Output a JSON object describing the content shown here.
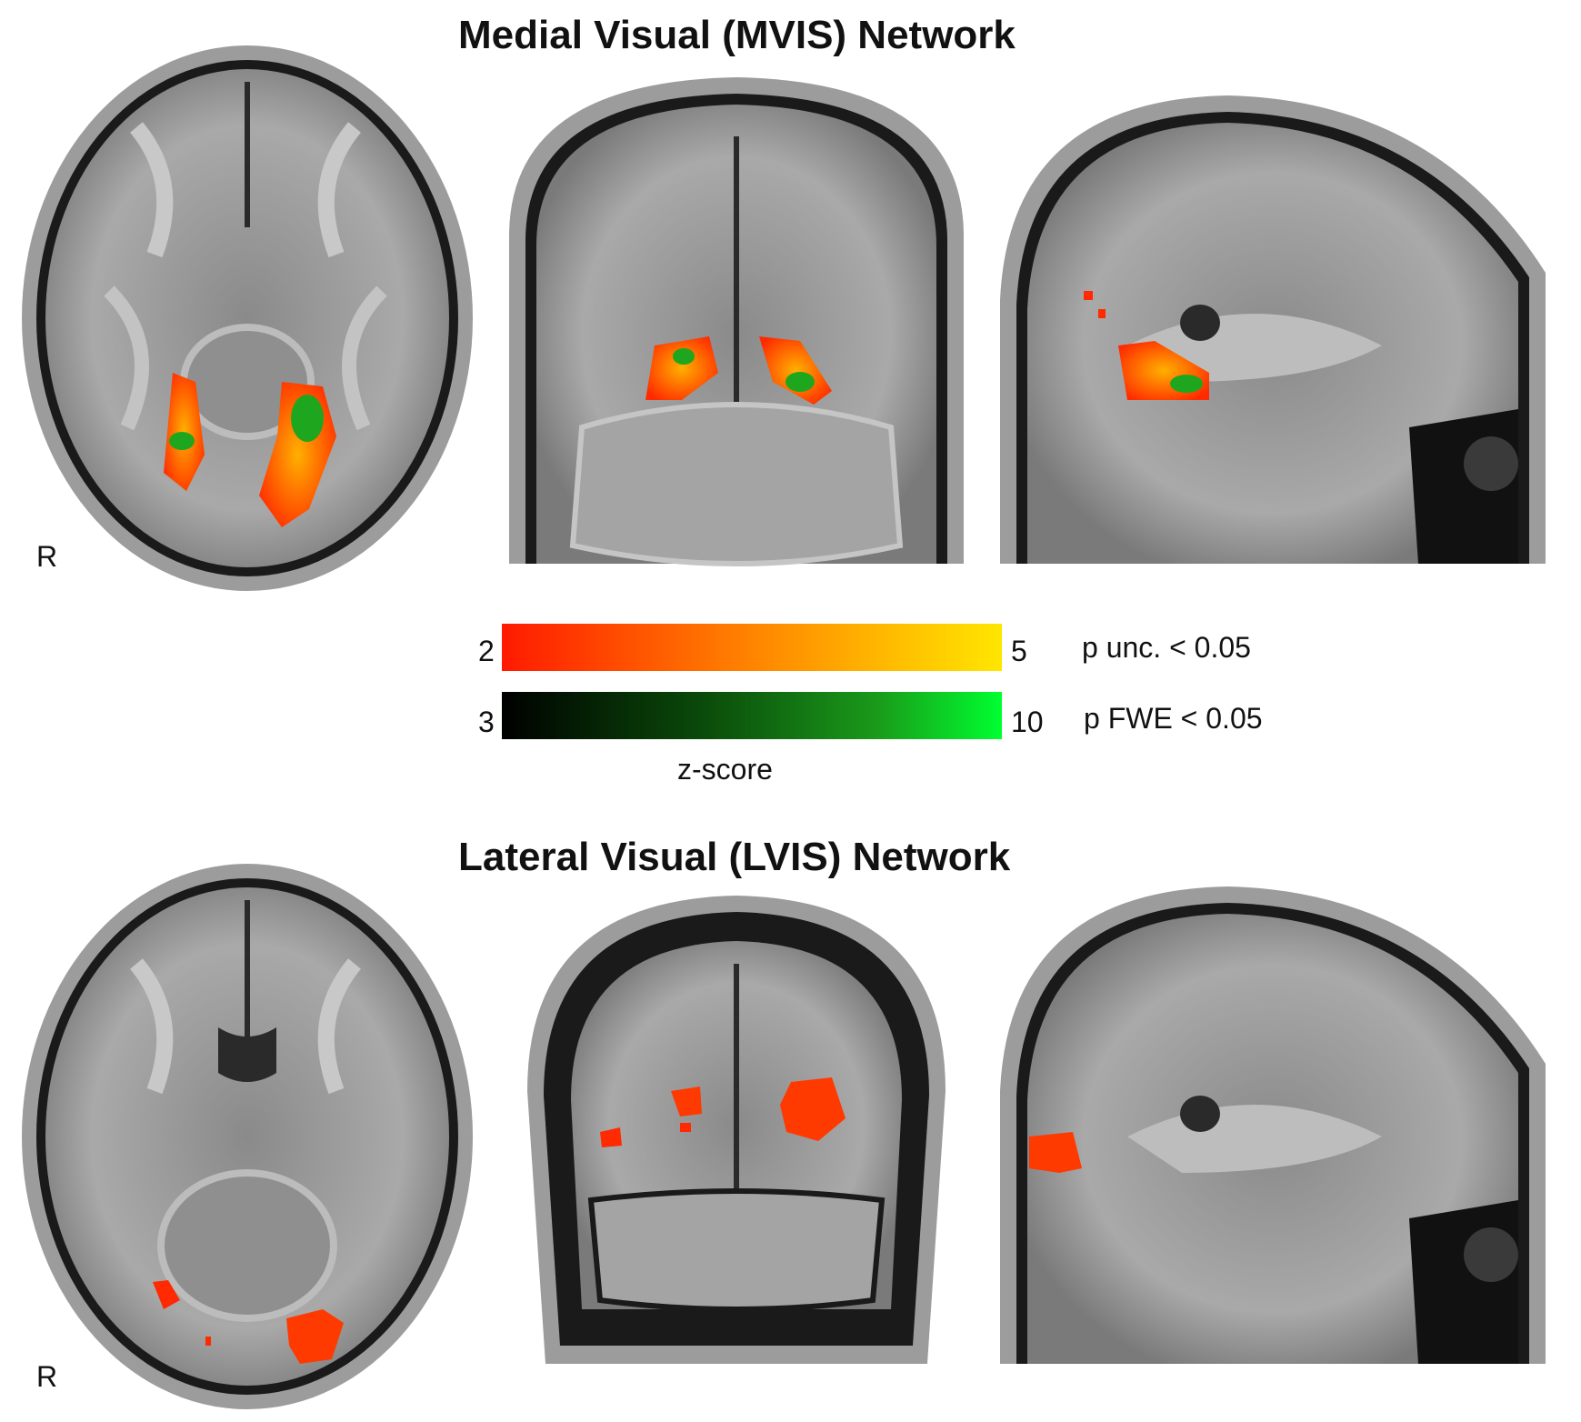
{
  "titles": {
    "top": "Medial Visual (MVIS) Network",
    "bottom": "Lateral Visual (LVIS) Network"
  },
  "orientation_label": "R",
  "colorbars": {
    "warm": {
      "min": "2",
      "max": "5",
      "threshold": "p unc. < 0.05",
      "colors": [
        "#ff1a00",
        "#ff7a00",
        "#ffc000",
        "#ffe600"
      ]
    },
    "green": {
      "min": "3",
      "max": "10",
      "threshold": "p FWE < 0.05",
      "colors": [
        "#000000",
        "#0a4a0a",
        "#1a9a1a",
        "#00ff30"
      ]
    },
    "unit": "z-score"
  }
}
